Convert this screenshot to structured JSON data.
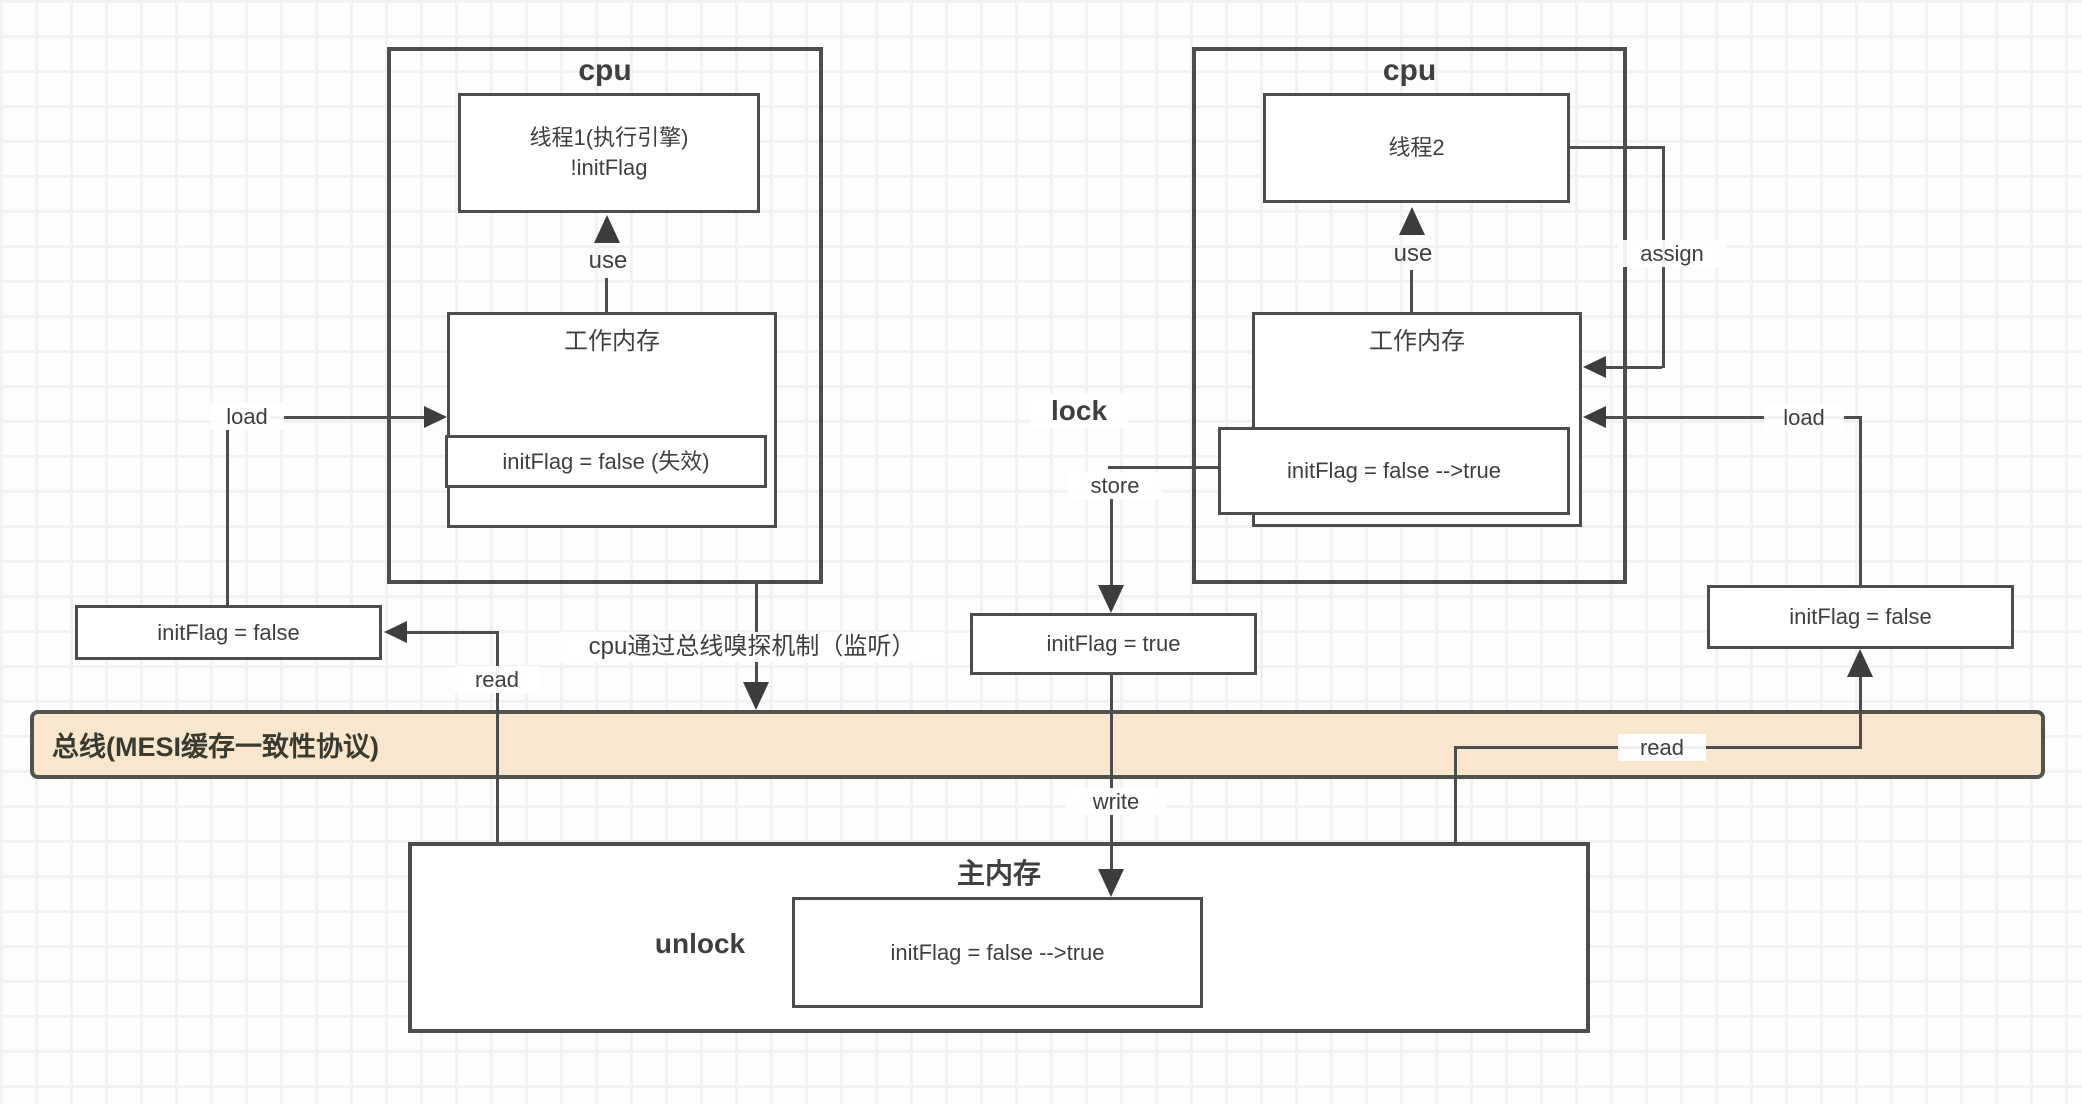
{
  "left_cpu": {
    "title": "cpu",
    "thread_line1": "线程1(执行引擎)",
    "thread_line2": "!initFlag",
    "use_label": "use",
    "working_memory_title": "工作内存",
    "flag_value": "initFlag = false (失效)"
  },
  "right_cpu": {
    "title": "cpu",
    "thread": "线程2",
    "use_label": "use",
    "assign_label": "assign",
    "working_memory_title": "工作内存",
    "flag_value": "initFlag = false -->true"
  },
  "left_flow": {
    "load_label": "load",
    "flag_box": "initFlag = false",
    "read_label": "read",
    "snoop_text": "cpu通过总线嗅探机制（监听）"
  },
  "middle_flow": {
    "lock_label": "lock",
    "store_label": "store",
    "flag_box": "initFlag = true",
    "write_label": "write"
  },
  "right_flow": {
    "load_label": "load",
    "flag_box": "initFlag = false",
    "read_label": "read"
  },
  "bus": {
    "label": "总线(MESI缓存一致性协议)"
  },
  "main_memory": {
    "title": "主内存",
    "unlock_label": "unlock",
    "flag_box": "initFlag = false -->true"
  },
  "colors": {
    "line": "#4d4d4d",
    "bus_fill": "#f8e7ce",
    "text": "#3f3f3f"
  }
}
